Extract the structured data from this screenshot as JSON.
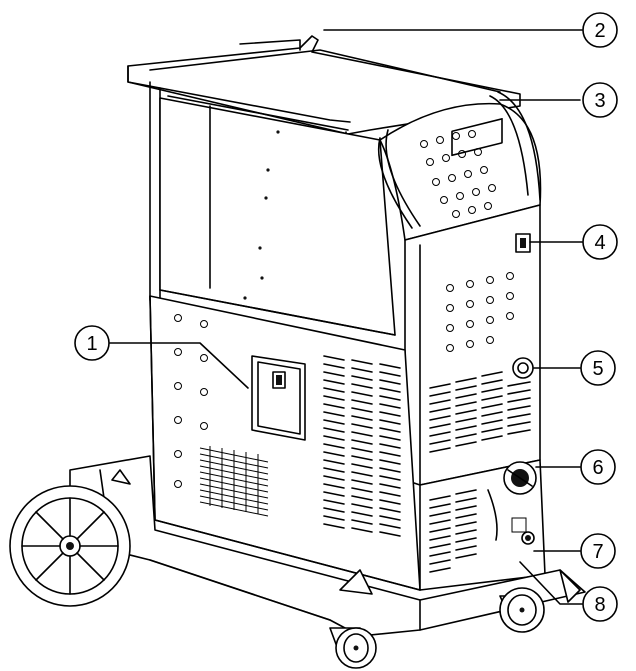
{
  "callouts": [
    {
      "id": "1",
      "label": "1"
    },
    {
      "id": "2",
      "label": "2"
    },
    {
      "id": "3",
      "label": "3"
    },
    {
      "id": "4",
      "label": "4"
    },
    {
      "id": "5",
      "label": "5"
    },
    {
      "id": "6",
      "label": "6"
    },
    {
      "id": "7",
      "label": "7"
    },
    {
      "id": "8",
      "label": "8"
    }
  ],
  "colors": {
    "line": "#000000",
    "background": "#ffffff",
    "fill": "#111111"
  }
}
